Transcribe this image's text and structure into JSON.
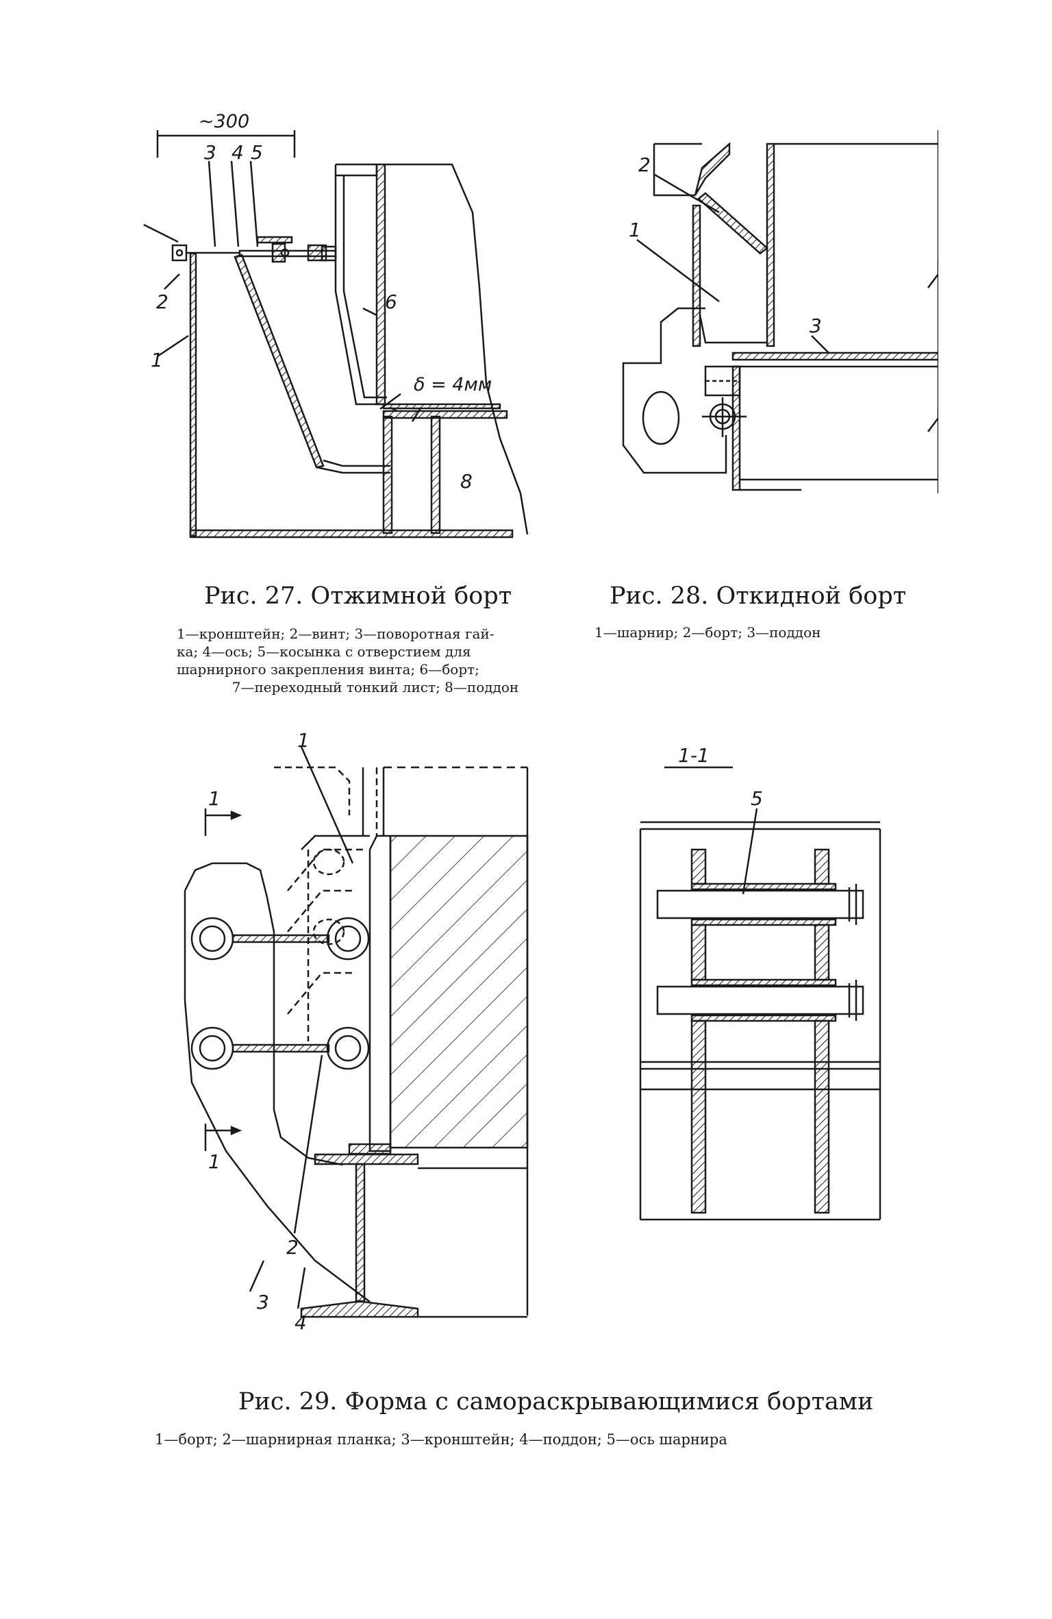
{
  "fig27": {
    "dimension_label": "~300",
    "thickness_label": "δ = 4мм",
    "callouts": [
      "1",
      "2",
      "3",
      "4",
      "5",
      "6",
      "7",
      "8"
    ],
    "title": "Рис. 27. Отжимной борт",
    "legend": [
      "1—кронштейн; 2—винт; 3—поворотная гай-",
      "ка; 4—ось; 5—косынка с отверстием для",
      "шарнирного закрепления винта; 6—борт;",
      "7—переходный тонкий лист; 8—поддон"
    ]
  },
  "fig28": {
    "callouts": [
      "1",
      "2",
      "3"
    ],
    "title": "Рис. 28. Откидной борт",
    "legend": "1—шарнир; 2—борт; 3—поддон"
  },
  "fig29": {
    "callouts": [
      "1",
      "2",
      "3",
      "4"
    ],
    "section_marks": [
      "1",
      "1"
    ],
    "title": "Рис. 29. Форма с самораскрывающимися бортами",
    "legend": "1—борт; 2—шарнирная планка; 3—кронштейн; 4—поддон; 5—ось шарнира"
  },
  "section11": {
    "label": "1-1",
    "callouts": [
      "5"
    ]
  }
}
